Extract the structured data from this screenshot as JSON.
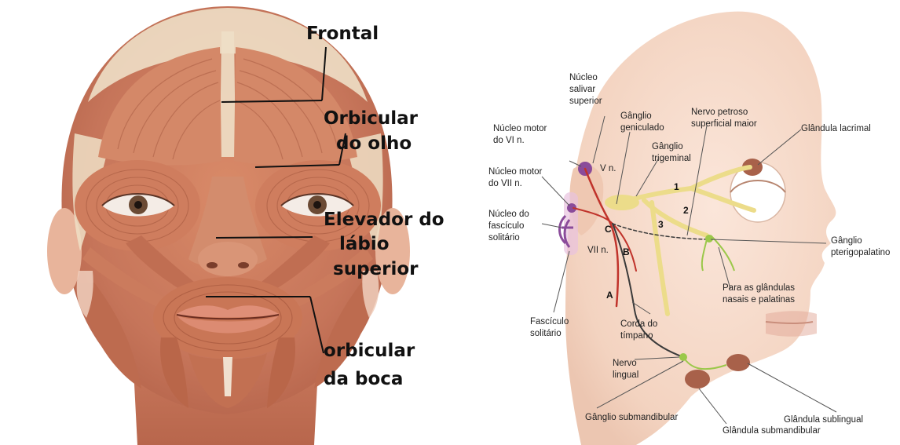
{
  "left_figure": {
    "labels": {
      "frontal": "Frontal",
      "orbicular_olho": [
        "Orbicular",
        "do olho"
      ],
      "elevador": [
        "Elevador do",
        "lábio",
        "superior"
      ],
      "orbicular_boca": [
        "orbicular",
        "da boca"
      ]
    }
  },
  "right_figure": {
    "labels": {
      "nucleo_salivar": [
        "Núcleo",
        "salivar",
        "superior"
      ],
      "ganglio_geniculado": [
        "Gânglio",
        "geniculado"
      ],
      "nervo_petroso": [
        "Nervo petroso",
        "superficial maior"
      ],
      "glandula_lacrimal": "Glândula lacrimal",
      "nucleo_motor_vi": [
        "Núcleo motor",
        "do VI n."
      ],
      "ganglio_trigeminal": [
        "Gânglio",
        "trigeminal"
      ],
      "v_n": "V n.",
      "nucleo_motor_vii": [
        "Núcleo motor",
        "do VII n."
      ],
      "nucleo_fasciculo": [
        "Núcleo do",
        "fascículo",
        "solitário"
      ],
      "vii_n": "VII n.",
      "ganglio_pterigopalatino": [
        "Gânglio",
        "pterigopalatino"
      ],
      "para_glandulas": [
        "Para as glândulas",
        "nasais e palatinas"
      ],
      "fasciculo_solitario": [
        "Fascículo",
        "solitário"
      ],
      "corda_timpano": [
        "Corda do",
        "tímpano"
      ],
      "nervo_lingual": [
        "Nervo",
        "lingual"
      ],
      "ganglio_submandibular": "Gânglio submandibular",
      "glandula_sublingual": "Glândula sublingual",
      "glandula_submandibular": "Glândula submandibular"
    },
    "markers": {
      "one": "1",
      "two": "2",
      "three": "3",
      "a": "A",
      "b": "B",
      "c": "C"
    }
  },
  "colors": {
    "muscle": "#c9785a",
    "muscle_dark": "#9e4f36",
    "skin": "#f1d2bf",
    "fascia": "#eedfc6",
    "nerve_yellow": "#ecdc8a",
    "nerve_red": "#c0332b",
    "nerve_dark": "#3a3a3a",
    "gland": "#a8614a",
    "nucleus": "#8a4b9a",
    "nerve_green": "#9bc84a"
  }
}
